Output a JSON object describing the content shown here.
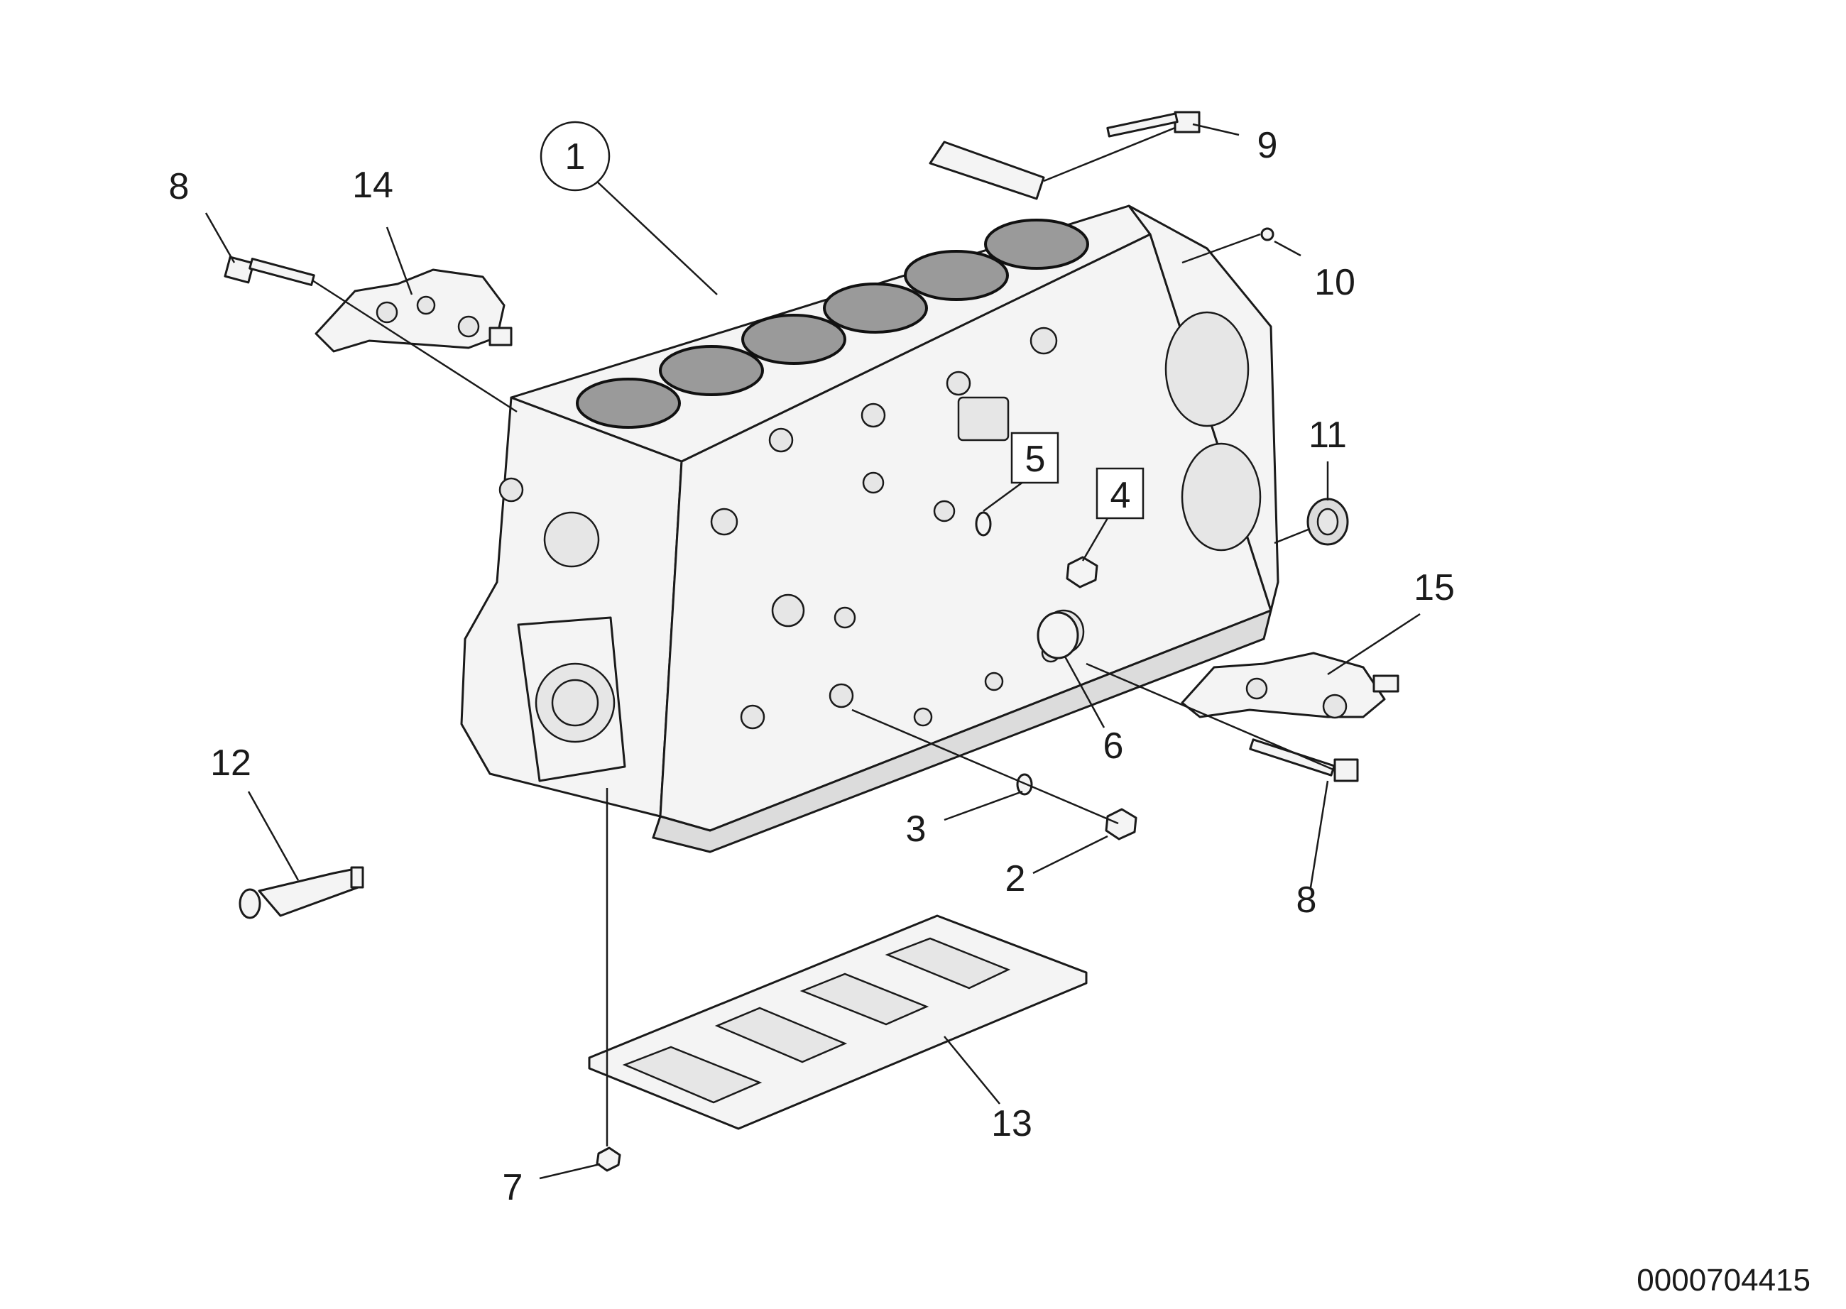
{
  "callouts": {
    "c1": "1",
    "c2": "2",
    "c3": "3",
    "c4": "4",
    "c5": "5",
    "c6": "6",
    "c7": "7",
    "c8_left": "8",
    "c8_right": "8",
    "c9": "9",
    "c10": "10",
    "c11": "11",
    "c12": "12",
    "c13": "13",
    "c14": "14",
    "c15": "15"
  },
  "document_number": "0000704415"
}
